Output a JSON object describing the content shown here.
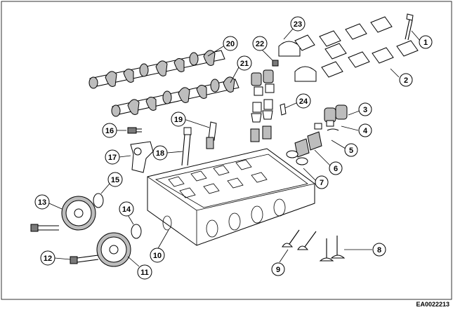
{
  "reference_code": "EA0022213",
  "callouts": [
    {
      "id": "1",
      "label": "1"
    },
    {
      "id": "2",
      "label": "2"
    },
    {
      "id": "3",
      "label": "3"
    },
    {
      "id": "4",
      "label": "4"
    },
    {
      "id": "5",
      "label": "5"
    },
    {
      "id": "6",
      "label": "6"
    },
    {
      "id": "7",
      "label": "7"
    },
    {
      "id": "8",
      "label": "8"
    },
    {
      "id": "9",
      "label": "9"
    },
    {
      "id": "10",
      "label": "10"
    },
    {
      "id": "11",
      "label": "11"
    },
    {
      "id": "12",
      "label": "12"
    },
    {
      "id": "13",
      "label": "13"
    },
    {
      "id": "14",
      "label": "14"
    },
    {
      "id": "15",
      "label": "15"
    },
    {
      "id": "16",
      "label": "16"
    },
    {
      "id": "17",
      "label": "17"
    },
    {
      "id": "18",
      "label": "18"
    },
    {
      "id": "19",
      "label": "19"
    },
    {
      "id": "20",
      "label": "20"
    },
    {
      "id": "21",
      "label": "21"
    },
    {
      "id": "22",
      "label": "22"
    },
    {
      "id": "23",
      "label": "23"
    },
    {
      "id": "24",
      "label": "24"
    }
  ],
  "colors": {
    "line": "#000000",
    "background": "#ffffff",
    "shade": "#bdbdbd"
  }
}
